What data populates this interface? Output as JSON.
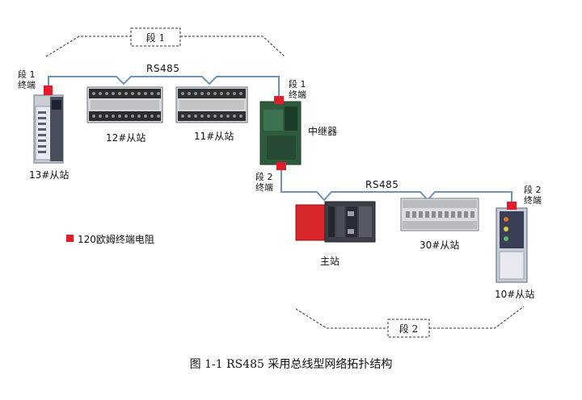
{
  "segments": {
    "seg1_box": "段 1",
    "seg2_box": "段 2"
  },
  "bus": {
    "top": "RS485",
    "bottom": "RS485"
  },
  "terminals": {
    "left_top_line1": "段 1",
    "left_top_line2": "终端",
    "repeater_top_line1": "段 1",
    "repeater_top_line2": "终端",
    "repeater_bottom_line1": "段 2",
    "repeater_bottom_line2": "终端",
    "right_bottom_line1": "段 2",
    "right_bottom_line2": "终端"
  },
  "devices": {
    "slave13": "13#从站",
    "slave12": "12#从站",
    "slave11": "11#从站",
    "repeater": "中继器",
    "master": "主站",
    "slave30": "30#从站",
    "slave10": "10#从站"
  },
  "legend": {
    "text": "120欧姆终端电阻",
    "color": "#e21c2a"
  },
  "caption": "图 1-1 RS485 采用总线型网络拓扑结构",
  "colors": {
    "bus_line": "#6f93b8",
    "terminator": "#e21c2a",
    "repeater_green": "#2f5b3d"
  }
}
